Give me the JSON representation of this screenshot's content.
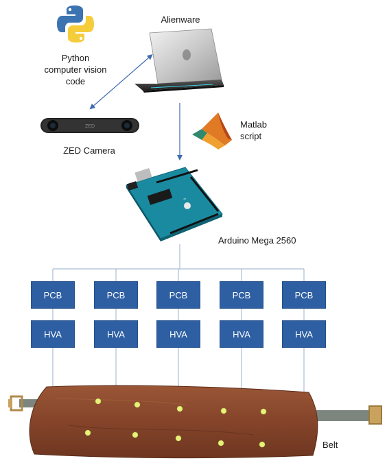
{
  "labels": {
    "python": "Python\ncomputer vision\ncode",
    "alienware": "Alienware",
    "zed": "ZED Camera",
    "matlab": "Matlab\nscript",
    "arduino": "Arduino Mega 2560",
    "belt": "Belt"
  },
  "camera_text": "ZED",
  "pcb_boxes": [
    "PCB",
    "PCB",
    "PCB",
    "PCB",
    "PCB"
  ],
  "hva_boxes": [
    "HVA",
    "HVA",
    "HVA",
    "HVA",
    "HVA"
  ],
  "colors": {
    "box_fill": "#2e5fa3",
    "arrow": "#3e6bb0",
    "connector_line": "#a9bcd6",
    "belt_leather": "#8a4a2e",
    "led": "#e6f27a"
  },
  "icons": [
    "python-logo-icon",
    "laptop-icon",
    "zed-camera-icon",
    "matlab-logo-icon",
    "arduino-board-icon",
    "belt-icon"
  ]
}
